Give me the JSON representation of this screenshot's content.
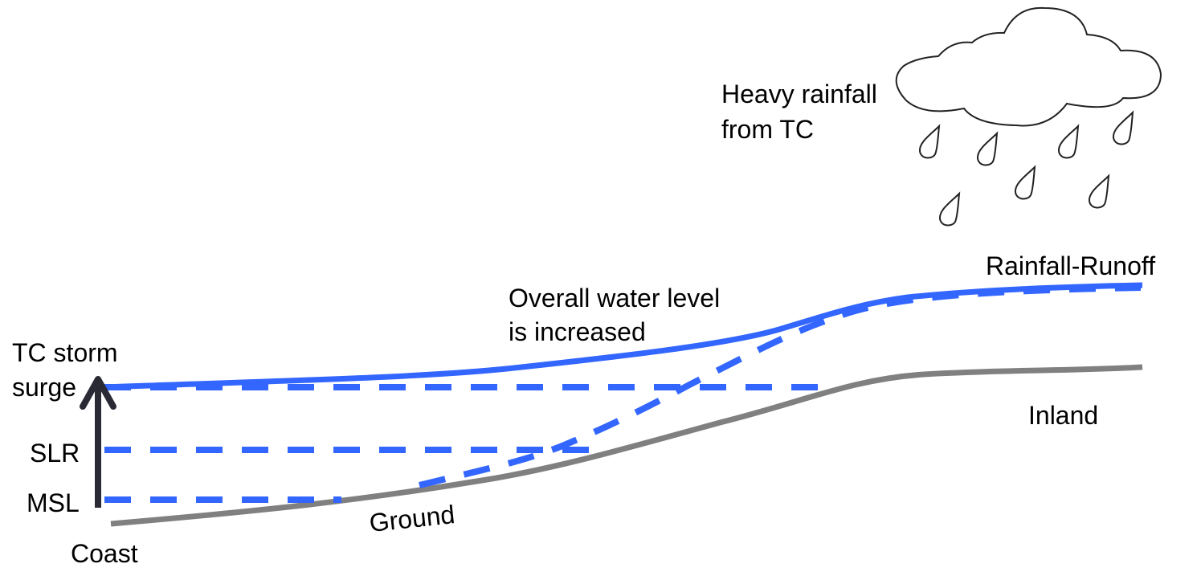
{
  "labels": {
    "rainfall_line1": "Heavy rainfall",
    "rainfall_line2": "from TC",
    "runoff": "Rainfall-Runoff",
    "overall_line1": "Overall water level",
    "overall_line2": "is increased",
    "surge_line1": "TC storm",
    "surge_line2": "surge",
    "slr": "SLR",
    "msl": "MSL",
    "coast": "Coast",
    "ground": "Ground",
    "inland": "Inland"
  },
  "colors": {
    "water": "#3366ff",
    "ground": "#808080",
    "arrow": "#2a2a35",
    "outline": "#222222"
  }
}
